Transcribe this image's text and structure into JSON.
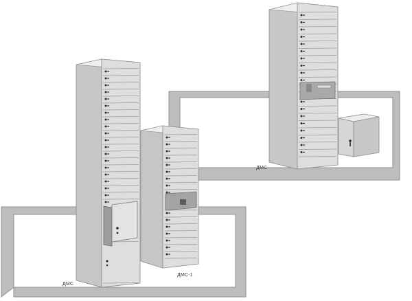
{
  "labels": {
    "tall_cabinet": "ДМС",
    "short_cabinet": "ДМС-1",
    "right_cabinet": "ДМС"
  },
  "colors": {
    "frame": "#bdbdbd",
    "frame_edge": "#8f8f8f",
    "cabinet_front": "#dedede",
    "cabinet_side": "#c4c4c4",
    "cabinet_top": "#f0f0f0",
    "cell_line": "#9a9a9a",
    "lock": "#2a2a2a"
  },
  "icons": [
    "lock-icon",
    "key-icon"
  ]
}
